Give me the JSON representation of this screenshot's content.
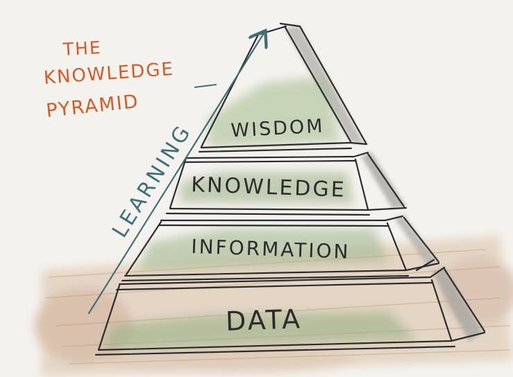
{
  "title": {
    "line1": "THE",
    "line2": "KNOWLEDGE",
    "line3": "PYRAMID",
    "color": "#d45a27"
  },
  "arrow_label": "LEARNING",
  "layers": {
    "wisdom": "WISDOM",
    "knowledge": "KNOWLEDGE",
    "information": "INFORMATION",
    "data": "DATA"
  },
  "colors": {
    "background": "#f4f2ee",
    "ink": "#2b2b2b",
    "arrow": "#3f6f74",
    "green_wash": "#9fb48a",
    "gray_shade": "#a5a3a0",
    "wood": "#c9a988"
  }
}
